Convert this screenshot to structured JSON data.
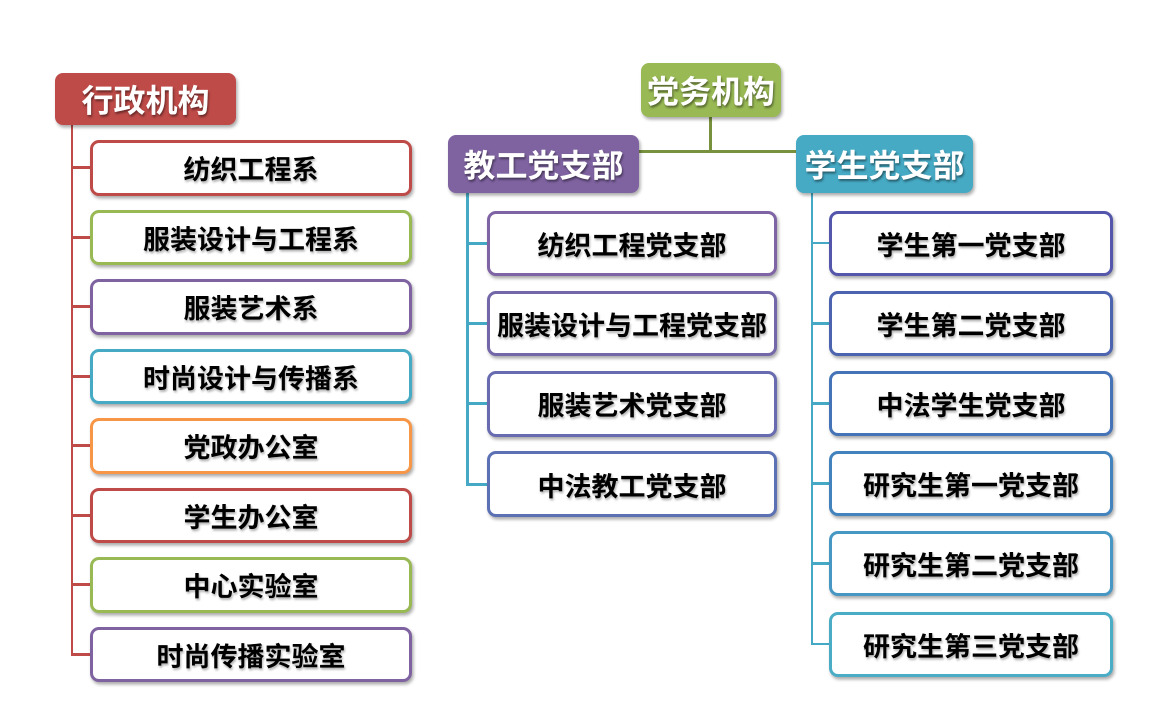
{
  "canvas": {
    "background": "#ffffff"
  },
  "connector_colors": {
    "admin": "#BE4B48",
    "party": "#78913D",
    "subtree": "#45A9C5"
  },
  "tree": {
    "admin": {
      "header": {
        "label": "行政机构",
        "fill": "#BE4B48",
        "text_color": "#ffffff"
      },
      "children": [
        {
          "label": "纺织工程系",
          "color": "#BE4B48"
        },
        {
          "label": "服装设计与工程系",
          "color": "#98B954"
        },
        {
          "label": "服装艺术系",
          "color": "#7F63A1"
        },
        {
          "label": "时尚设计与传播系",
          "color": "#46AAC5"
        },
        {
          "label": "党政办公室",
          "color": "#F79646"
        },
        {
          "label": "学生办公室",
          "color": "#BE4B48"
        },
        {
          "label": "中心实验室",
          "color": "#98B954"
        },
        {
          "label": "时尚传播实验室",
          "color": "#7F63A1"
        }
      ]
    },
    "party": {
      "header": {
        "label": "党务机构",
        "fill": "#98B954",
        "text_color": "#ffffff"
      },
      "faculty": {
        "header": {
          "label": "教工党支部",
          "fill": "#7F63A1",
          "text_color": "#ffffff"
        },
        "children": [
          {
            "label": "纺织工程党支部",
            "color": "#7E63A5"
          },
          {
            "label": "服装设计与工程党支部",
            "color": "#7467A9"
          },
          {
            "label": "服装艺术党支部",
            "color": "#686BAF"
          },
          {
            "label": "中法教工党支部",
            "color": "#5C70B4"
          }
        ]
      },
      "student": {
        "header": {
          "label": "学生党支部",
          "fill": "#46AAC5",
          "text_color": "#ffffff"
        },
        "children": [
          {
            "label": "学生第一党支部",
            "color": "#5456AB"
          },
          {
            "label": "学生第二党支部",
            "color": "#4C63B0"
          },
          {
            "label": "中法学生党支部",
            "color": "#4573B7"
          },
          {
            "label": "研究生第一党支部",
            "color": "#4283BD"
          },
          {
            "label": "研究生第二党支部",
            "color": "#4697C3"
          },
          {
            "label": "研究生第三党支部",
            "color": "#4BACC6"
          }
        ]
      }
    }
  }
}
